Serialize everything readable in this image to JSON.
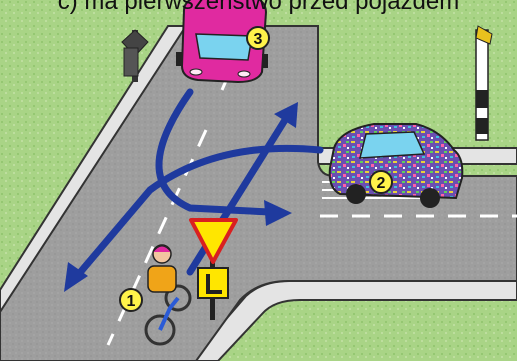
{
  "caption": {
    "text": "c)   ma pierwszeństwo przed pojazdem"
  },
  "markers": [
    {
      "id": "cyclist",
      "number": "1"
    },
    {
      "id": "silver-car",
      "number": "2"
    },
    {
      "id": "pink-car",
      "number": "3"
    }
  ],
  "colors": {
    "grass": "#a9d486",
    "road": "#9e9e9e",
    "curb": "#e4e4e4",
    "arrow": "#1f3a9e",
    "pink_car": "#e02aa0",
    "yield_sign": "#ffe600",
    "marker_fill": "#fff34a"
  },
  "icons": {
    "yield_sign": "yield-sign-icon",
    "direction_arrows": "direction-arrows-icon",
    "post": "striped-post-icon"
  }
}
